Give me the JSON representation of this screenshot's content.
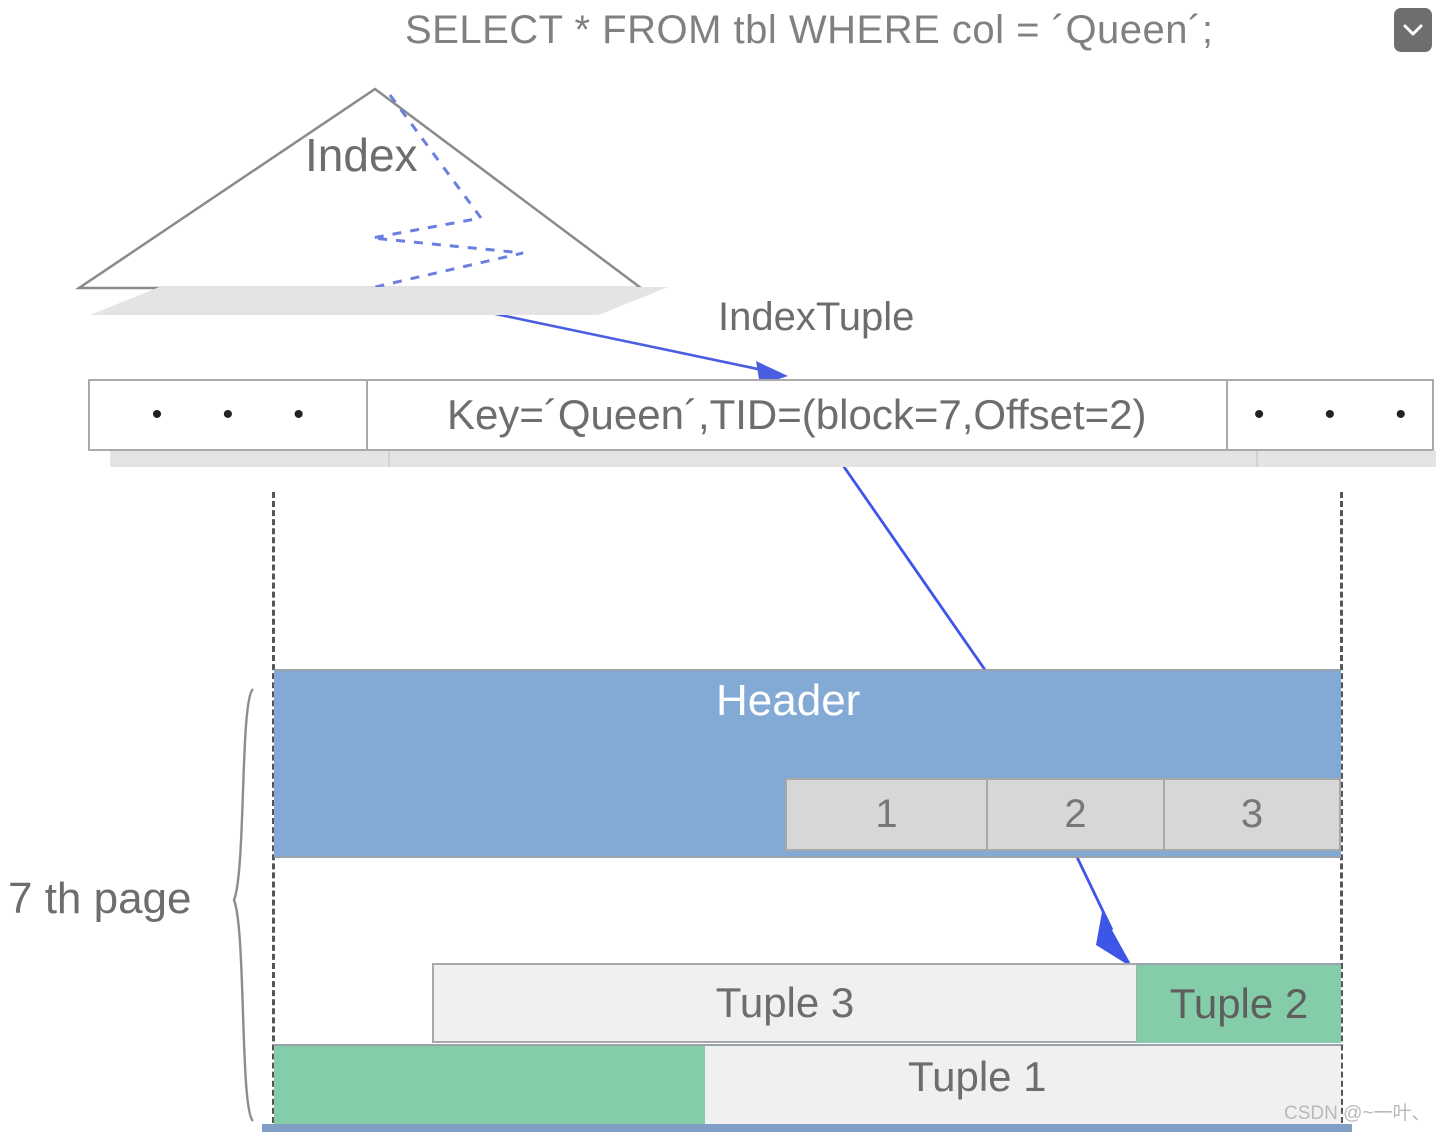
{
  "header": {
    "sql_query": "SELECT * FROM tbl WHERE  col = ´Queen´;",
    "collapse_icon": "chevron-down-icon",
    "collapse_bg": "#6e6e6e"
  },
  "index": {
    "label": "Index",
    "traversal_path_style": "dashed-zigzag",
    "traversal_color": "#6b7fe0"
  },
  "index_tuple": {
    "caption": "IndexTuple",
    "cells": [
      {
        "name": "ellipsis-left",
        "text": "• • •"
      },
      {
        "name": "index-entry",
        "text": "Key=´Queen´,TID=(block=7,Offset=2)"
      },
      {
        "name": "ellipsis-right",
        "text": "• • •"
      }
    ],
    "key": "Queen",
    "tid_block": "7",
    "tid_offset": "2"
  },
  "page": {
    "caption": "7 th page",
    "header_label": "Header",
    "header_color": "#82aad4",
    "line_pointers": [
      "1",
      "2",
      "3"
    ],
    "tuples": [
      {
        "name": "tuple-3",
        "label": "Tuple 3",
        "color": "#f0f0f0"
      },
      {
        "name": "tuple-2",
        "label": "Tuple  2",
        "color": "#85cda8"
      },
      {
        "name": "tuple-1",
        "label": "Tuple 1",
        "color": "#f0f0f0"
      }
    ]
  },
  "arrows": {
    "color": "#3d56e8",
    "index_to_tuple": "Index leaf → IndexTuple",
    "tid_to_lineptr": "IndexTuple → line pointer 2",
    "lineptr_to_tuple": "line pointer 2 → Tuple 2"
  },
  "watermark": "CSDN @~一叶、"
}
